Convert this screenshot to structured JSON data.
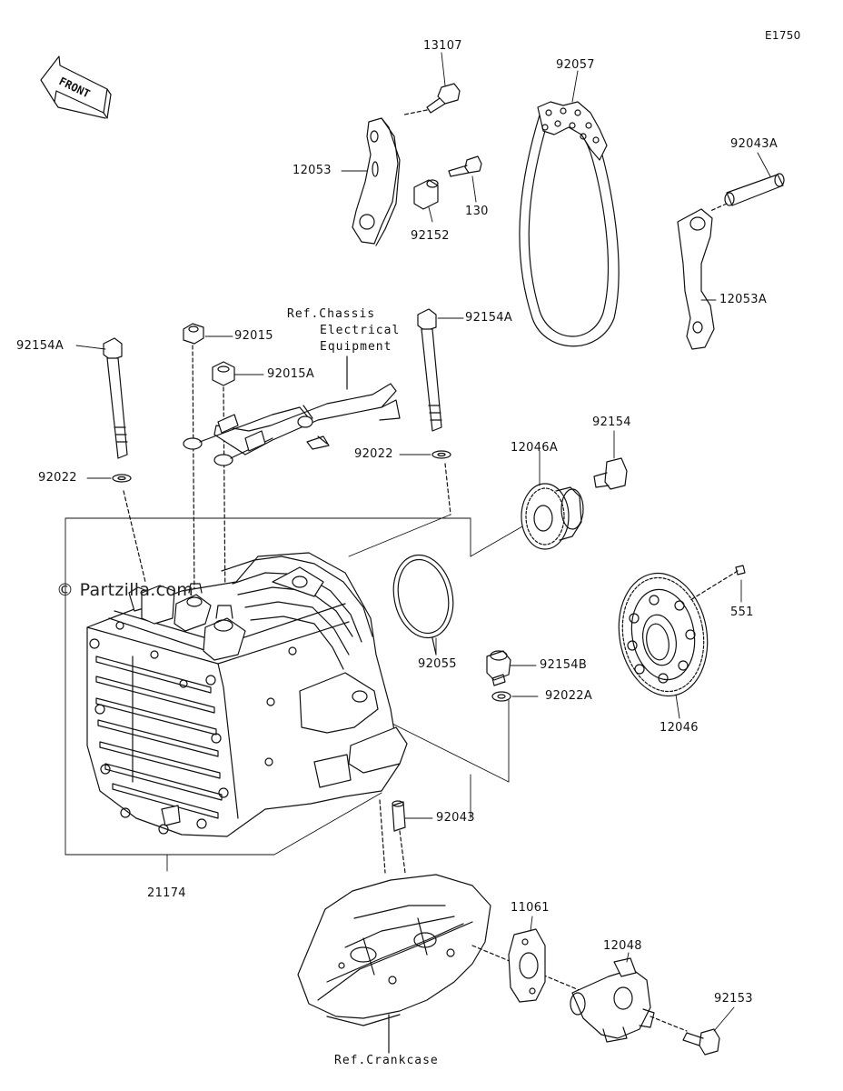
{
  "diagram_code": "E1750",
  "front_label": "FRONT",
  "watermark": "© Partzilla.com",
  "refs": {
    "chassis": [
      "Ref.Chassis",
      "Electrical",
      "Equipment"
    ],
    "crankcase": "Ref.Crankcase"
  },
  "parts": {
    "p13107": "13107",
    "p92057": "92057",
    "p12053": "12053",
    "p92152": "92152",
    "p130": "130",
    "p92043A": "92043A",
    "p12053A": "12053A",
    "p92154A_left": "92154A",
    "p92015": "92015",
    "p92015A": "92015A",
    "p92154A_right": "92154A",
    "p92022_left": "92022",
    "p92022_right": "92022",
    "p92154": "92154",
    "p12046A": "12046A",
    "p92055": "92055",
    "p551": "551",
    "p92154B": "92154B",
    "p92022A": "92022A",
    "p12046": "12046",
    "p92043": "92043",
    "p21174": "21174",
    "p11061": "11061",
    "p12048": "12048",
    "p92153": "92153"
  }
}
